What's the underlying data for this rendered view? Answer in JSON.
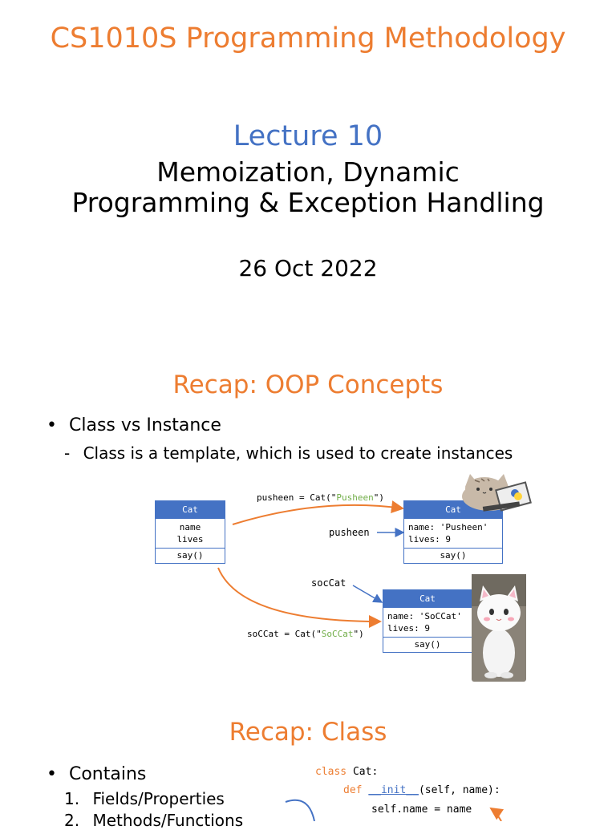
{
  "slide1": {
    "course_title": "CS1010S Programming Methodology",
    "lecture_number": "Lecture 10",
    "lecture_title_line1": "Memoization, Dynamic",
    "lecture_title_line2": "Programming & Exception Handling",
    "date": "26 Oct 2022"
  },
  "slide2": {
    "title": "Recap: OOP Concepts",
    "bullet": "Class vs Instance",
    "sub_bullet": "Class is a template, which is used to create instances",
    "class_box": {
      "name": "Cat",
      "field1": "name",
      "field2": "lives",
      "method": "say()"
    },
    "pusheen_code_prefix": "pusheen = Cat(\"",
    "pusheen_code_string": "Pusheen",
    "pusheen_code_suffix": "\")",
    "pusheen_var": "pusheen",
    "pusheen_box": {
      "name": "Cat",
      "field1": "name: 'Pusheen'",
      "field2": "lives: 9",
      "method": "say()"
    },
    "soccat_var": "socCat",
    "soccat_code_prefix": "soCCat = Cat(\"",
    "soccat_code_string": "SoCCat",
    "soccat_code_suffix": "\")",
    "soccat_box": {
      "name": "Cat",
      "field1": "name: 'SoCCat'",
      "field2": "lives: 9",
      "method": "say()"
    }
  },
  "slide3": {
    "title": "Recap: Class",
    "bullet": "Contains",
    "item1_num": "1.",
    "item1": "Fields/Properties",
    "item2_num": "2.",
    "item2": "Methods/Functions",
    "code_line1_kw": "class",
    "code_line1_rest": " Cat:",
    "code_line2_kw": "def",
    "code_line2_fn": "__init__",
    "code_line2_rest": "(self, name):",
    "code_line3": "self.name = name"
  },
  "colors": {
    "accent_orange": "#ed7d31",
    "accent_blue": "#4472c4",
    "string_green": "#70ad47"
  },
  "icons": [
    "pusheen-laptop-image",
    "soccat-mascot-image",
    "python-logo-icon"
  ]
}
